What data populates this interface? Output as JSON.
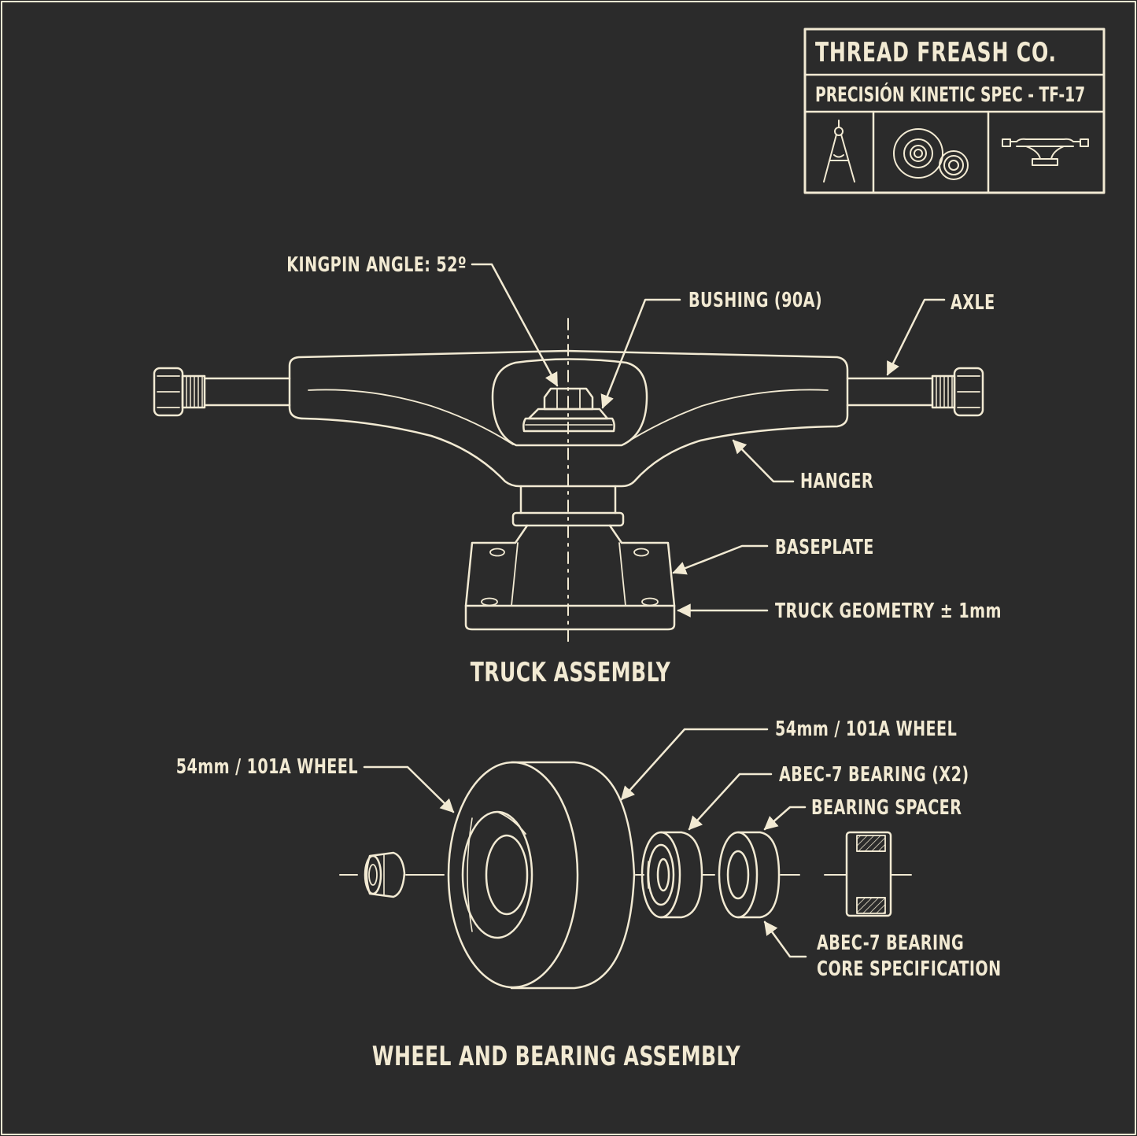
{
  "title_block": {
    "company": "THREAD FREASH CO.",
    "spec": "PRECISIÓN KINETIC SPEC - TF-17",
    "icons": [
      "compass-icon",
      "wheel-bearing-icon",
      "truck-icon"
    ]
  },
  "truck": {
    "labels": {
      "kingpin": "KINGPIN ANGLE: 52º",
      "bushing": "BUSHING (90A)",
      "axle": "AXLE",
      "hanger": "HANGER",
      "baseplate": "BASEPLATE",
      "geometry": "TRUCK GEOMETRY ± 1mm"
    },
    "caption": "TRUCK ASSEMBLY"
  },
  "wheel": {
    "labels": {
      "wheel_left": "54mm / 101A WHEEL",
      "wheel_right": "54mm / 101A WHEEL",
      "bearing": "ABEC-7 BEARING (X2)",
      "spacer": "BEARING SPACER",
      "core_line1": "ABEC-7 BEARING",
      "core_line2": "CORE SPECIFICATION"
    },
    "caption": "WHEEL AND BEARING ASSEMBLY"
  },
  "colors": {
    "background": "#2b2b2b",
    "ink": "#f2ead3"
  }
}
